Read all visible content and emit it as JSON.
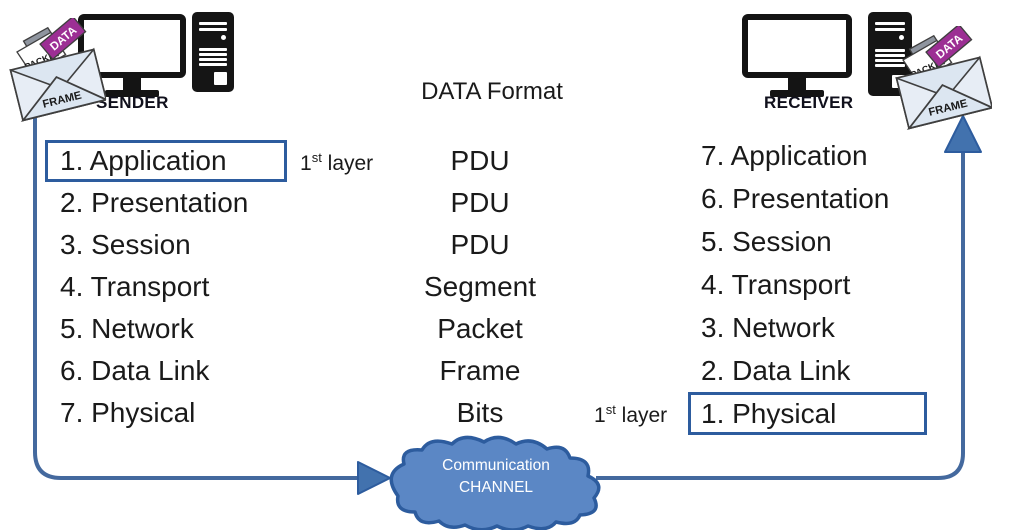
{
  "sender": {
    "label": "SENDER"
  },
  "receiver": {
    "label": "RECEIVER"
  },
  "envelope": {
    "data": "DATA",
    "packet": "PACKET",
    "frame": "FRAME"
  },
  "data_format": {
    "title": "DATA Format",
    "values": [
      "PDU",
      "PDU",
      "PDU",
      "Segment",
      "Packet",
      "Frame",
      "Bits"
    ]
  },
  "sender_stack": {
    "layers": [
      "1. Application",
      "2. Presentation",
      "3. Session",
      "4. Transport",
      "5. Network",
      "6. Data Link",
      "7. Physical"
    ],
    "highlighted": "1. Application"
  },
  "receiver_stack": {
    "layers": [
      "7. Application",
      "6. Presentation",
      "5. Session",
      "4. Transport",
      "3. Network",
      "2. Data Link",
      "1. Physical"
    ],
    "highlighted": "1. Physical"
  },
  "first_layer_annotation": {
    "base": "1",
    "sup": "st",
    "rest": " layer"
  },
  "channel": {
    "line1": "Communication",
    "line2": "CHANNEL"
  },
  "colors": {
    "flow_line": "#44699e",
    "arrowhead_fill": "#4272ae",
    "highlight_box_border": "#2d5c9e",
    "cloud_fill": "#5b87c5",
    "cloud_border": "#2d5c9e",
    "data_tag_purple": "#9c2f94",
    "envelope_fill": "#dce6f1",
    "device_black": "#141414"
  }
}
